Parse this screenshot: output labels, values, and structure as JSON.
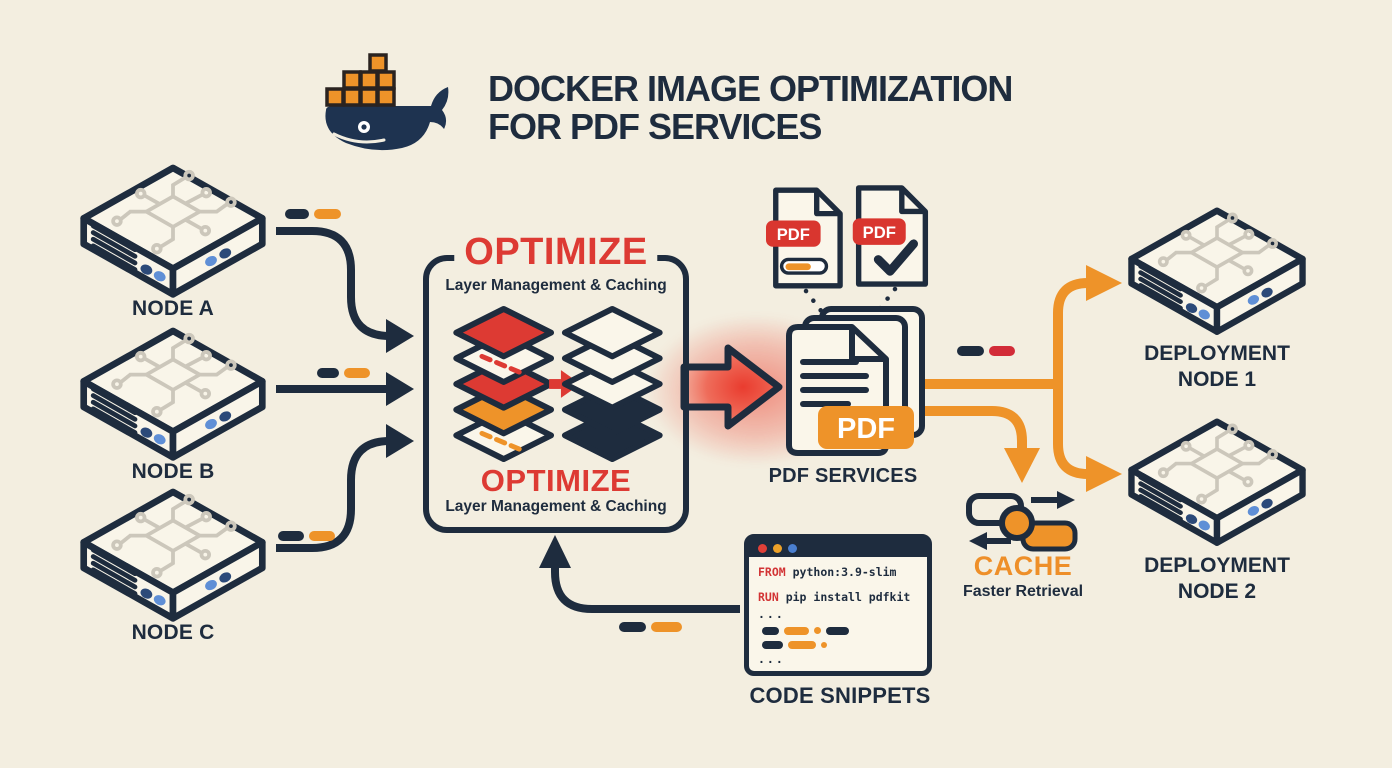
{
  "header": {
    "title_line1": "DOCKER IMAGE OPTIMIZATION",
    "title_line2": "FOR PDF SERVICES"
  },
  "nodes": [
    {
      "label": "NODE A"
    },
    {
      "label": "NODE B"
    },
    {
      "label": "NODE C"
    }
  ],
  "optimize": {
    "title_top": "OPTIMIZE",
    "subtitle_top": "Layer Management & Caching",
    "title_bottom": "OPTIMIZE",
    "subtitle_bottom": "Layer Management & Caching"
  },
  "pdf_docs": {
    "badge_left": "PDF",
    "badge_right": "PDF"
  },
  "pdf_services": {
    "badge": "PDF",
    "label": "PDF SERVICES"
  },
  "deployment_nodes": [
    {
      "line1": "DEPLOYMENT",
      "line2": "NODE 1"
    },
    {
      "line1": "DEPLOYMENT",
      "line2": "NODE 2"
    }
  ],
  "cache": {
    "title": "CACHE",
    "subtitle": "Faster Retrieval"
  },
  "code_window": {
    "line1_keyword": "FROM",
    "line1_rest": " python:3.9-slim",
    "line2_keyword": "RUN",
    "line2_rest": " pip install pdfkit",
    "ellipsis1": "...",
    "ellipsis2": "...",
    "label": "CODE SNIPPETS"
  },
  "colors": {
    "background": "#f3eee0",
    "navy": "#1e2c3e",
    "orange": "#ee9329",
    "red": "#dd3a33",
    "crimson": "#d22c38",
    "blue_dot_light": "#5f8fd6",
    "blue_dot_dark": "#2c4a79",
    "trace_gray": "#ccc7bb"
  }
}
